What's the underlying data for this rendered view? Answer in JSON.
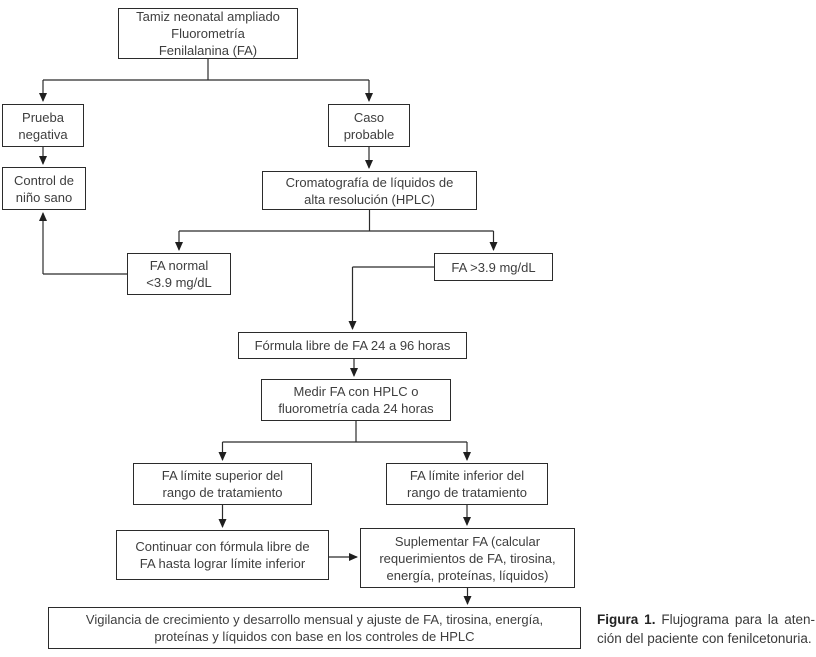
{
  "figure": {
    "nodes": {
      "tamiz": {
        "lines": [
          "Tamiz neonatal ampliado",
          "Fluorometría",
          "Fenilalanina (FA)"
        ]
      },
      "prueba_negativa": {
        "lines": [
          "Prueba",
          "negativa"
        ]
      },
      "control_nino_sano": {
        "lines": [
          "Control de",
          "niño sano"
        ]
      },
      "caso_probable": {
        "lines": [
          "Caso",
          "probable"
        ]
      },
      "hplc": {
        "lines": [
          "Cromatografía de líquidos de",
          "alta resolución (HPLC)"
        ]
      },
      "fa_normal": {
        "lines": [
          "FA normal",
          "<3.9 mg/dL"
        ]
      },
      "fa_alta": {
        "lines": [
          "FA >3.9 mg/dL"
        ]
      },
      "formula_libre": {
        "lines": [
          "Fórmula libre de FA 24 a 96 horas"
        ]
      },
      "medir_fa": {
        "lines": [
          "Medir FA con HPLC o",
          "fluorometría cada 24 horas"
        ]
      },
      "limite_superior": {
        "lines": [
          "FA límite superior del",
          "rango de tratamiento"
        ]
      },
      "limite_inferior": {
        "lines": [
          "FA límite inferior del",
          "rango de tratamiento"
        ]
      },
      "continuar": {
        "lines": [
          "Continuar con fórmula libre de",
          "FA hasta lograr límite inferior"
        ]
      },
      "suplementar": {
        "lines": [
          "Suplementar FA (calcular",
          "requerimientos de FA, tirosina,",
          "energía, proteínas, líquidos)"
        ]
      },
      "vigilancia": {
        "lines": [
          "Vigilancia de crecimiento y desarrollo mensual y ajuste de FA, tirosina, energía,",
          "proteínas y líquidos con base en los controles de HPLC"
        ]
      }
    },
    "caption": {
      "bold": "Figura 1.",
      "line1_rest": " Flujograma para la aten-",
      "line2": "ción del paciente con fenilcetonuria."
    },
    "colors": {
      "line": "#231f20",
      "text": "#3e3e3e",
      "background": "#ffffff"
    }
  }
}
